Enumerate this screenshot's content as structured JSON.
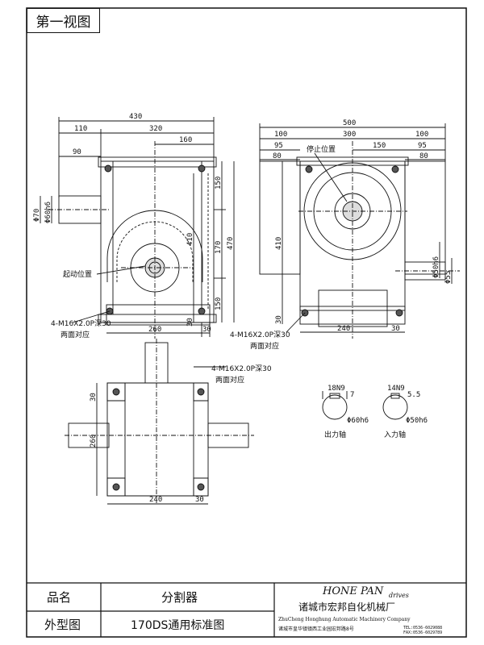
{
  "sheet": {
    "tag": "第一视图"
  },
  "front_view": {
    "overall_width": "430",
    "left_shaft_span": "110",
    "body_span": "320",
    "center_offset": "160",
    "shaft_length": "90",
    "shaft_diameter": "Φ70",
    "shaft_fit": "Φ60h6",
    "top_height": "150",
    "middle_height": "170",
    "bottom_height": "150",
    "total_height": "470",
    "center_height": "410",
    "base_width": "260",
    "base_margin": "30",
    "base_height": "30",
    "start_position_label": "起动位置",
    "hole_callout": "4-M16X2.0P深30",
    "hole_callout_note": "两面对应"
  },
  "side_view": {
    "overall_width": "500",
    "outer_left": "100",
    "inner_span": "300",
    "outer_right": "100",
    "left_95": "95",
    "right_95": "95",
    "left_80": "80",
    "right_80": "80",
    "center_150": "150",
    "stop_position_label": "停止位置",
    "height_410": "410",
    "base_height": "30",
    "base_width": "240",
    "right_margin": "30",
    "fit_50h6": "Φ50h6",
    "dim_55": "Φ55",
    "hole_callout": "4-M16X2.0P深30",
    "hole_callout_note": "两面对应"
  },
  "bottom_view": {
    "hole_callout": "4-M16X2.0P深30",
    "hole_callout_note": "两面对应",
    "edge_30": "30",
    "height_260": "260",
    "width_240": "240",
    "right_30": "30"
  },
  "shaft_details": {
    "output": {
      "key_width": "18N9",
      "depth": "7",
      "diameter": "Φ60h6",
      "label": "出力轴"
    },
    "input": {
      "key_width": "14N9",
      "depth": "5.5",
      "diameter": "Φ50h6",
      "label": "入力轴"
    }
  },
  "title_block": {
    "name_label": "品名",
    "name_value": "分割器",
    "type_label": "外型图",
    "type_value": "170DS通用标准图",
    "brand": "HONE PAN",
    "brand_suffix": "drives",
    "company_cn": "诸城市宏邦自化机械厂",
    "company_en": "ZhuCheng Honghung Automatic Machinery Company",
    "address": "诸城市皇华镇镇西工业园宏邦路8号",
    "tel": "TEL:0536-6029088",
    "fax": "FAX:0536-6029789"
  }
}
